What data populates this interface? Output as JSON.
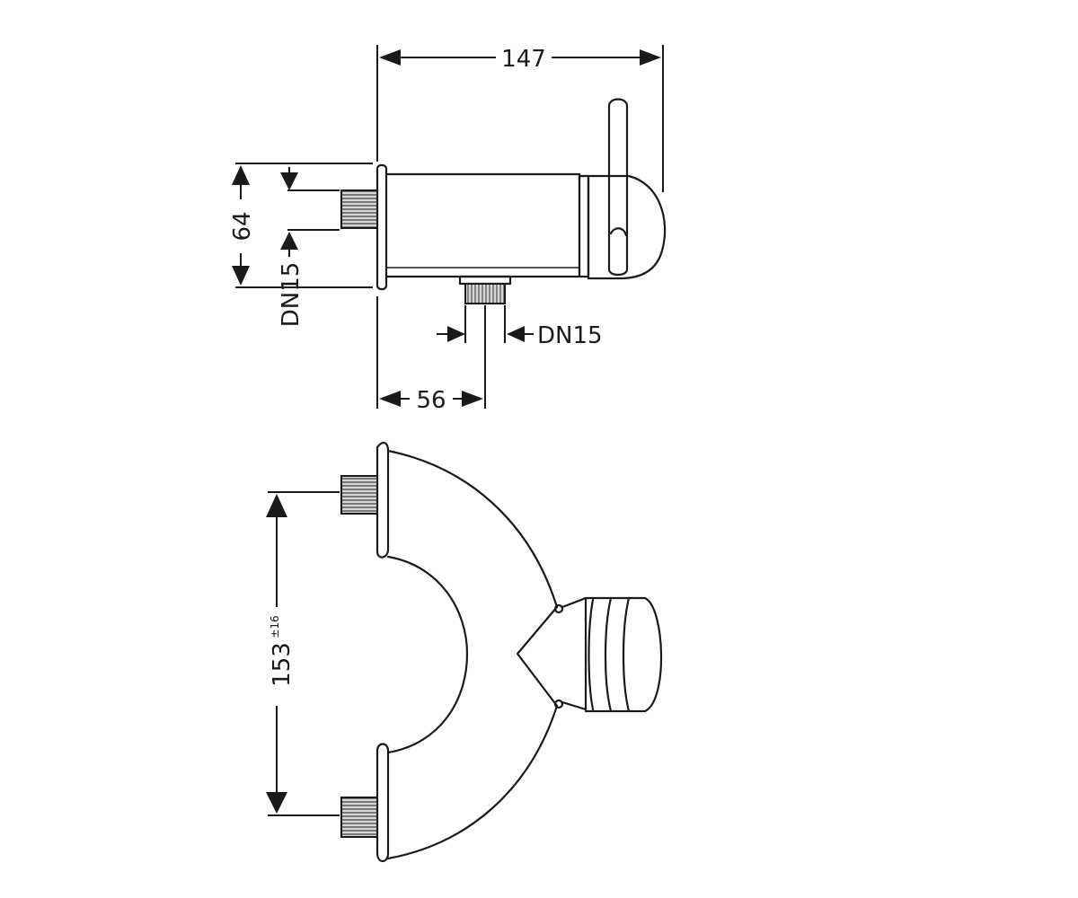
{
  "dimensions": {
    "overall_length": "147",
    "height": "64",
    "connection_inlet": "DN15",
    "connection_outlet": "DN15",
    "outlet_offset": "56",
    "inlet_spacing": "153",
    "inlet_spacing_tolerance": "±16"
  },
  "colors": {
    "line": "#1a1a1a",
    "thread_fill": "#d6d6d6",
    "background": "#ffffff"
  }
}
